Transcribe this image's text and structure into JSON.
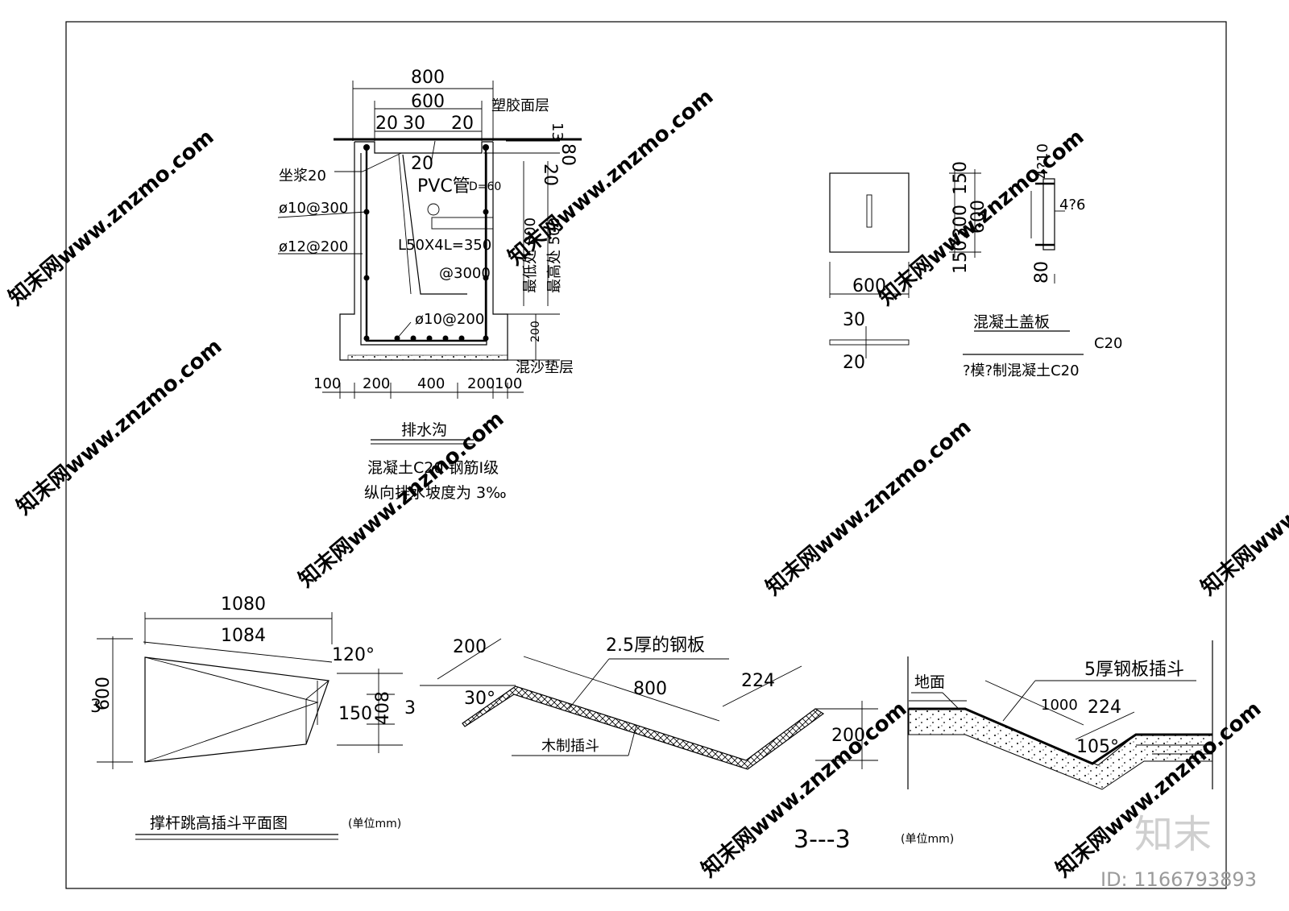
{
  "watermark": {
    "site": "知末网www.znzmo.com",
    "logo": "知末",
    "id": "ID: 1166793893"
  },
  "drain": {
    "w800": "800",
    "w600": "600",
    "d20a": "20",
    "d30": "30",
    "d20b": "20",
    "layer": "塑胶面层",
    "d13": "13",
    "d80": "80",
    "d20c": "20",
    "grout": "坐浆20",
    "pvc": "PVC管",
    "pvc_d": "D=60",
    "bar1": "ø10@300",
    "bar2": "ø12@200",
    "angle": "L50X4L=350",
    "angle_sp": "@3000",
    "bar3": "ø10@200",
    "inner20": "20",
    "low": "最低处 800",
    "high": "最高处 500",
    "d200": "200",
    "bed": "混沙垫层",
    "b100a": "100",
    "b200a": "200",
    "b400": "400",
    "b200b": "200",
    "b100b": "100",
    "title": "排水沟",
    "note1": "混凝土C20 钢筋Ⅰ级",
    "note2": "纵向排水坡度为 3‰"
  },
  "cover": {
    "w600": "600",
    "d150a": "150",
    "d300": "300",
    "d150b": "150",
    "h600": "600",
    "t30": "30",
    "t20": "20",
    "r1": "4?10",
    "r2": "4?6",
    "r80": "80",
    "title": "混凝土盖板",
    "grade": "C20",
    "note": "?模?制混凝土C20"
  },
  "box": {
    "w1080": "1080",
    "w1084": "1084",
    "ang120": "120°",
    "h600": "600",
    "h3": "3",
    "h150": "150",
    "h408": "408",
    "h3b": "3",
    "title": "撑杆跳高插斗平面图",
    "unit": "(单位mm)"
  },
  "wood": {
    "d200": "200",
    "steel": "2.5厚的钢板",
    "d800": "800",
    "d224": "224",
    "ang30": "30°",
    "d200b": "200",
    "wood": "木制插斗"
  },
  "section": {
    "ground": "地面",
    "plate": "5厚钢板插斗",
    "d1000": "1000",
    "d224": "224",
    "ang105": "105°",
    "title": "3---3",
    "unit": "(单位mm)"
  }
}
